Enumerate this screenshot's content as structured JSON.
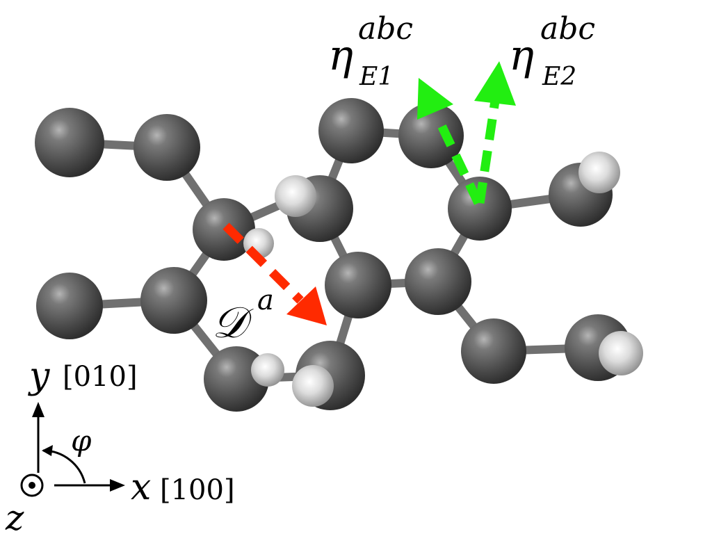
{
  "colors": {
    "atom_carbon": "#5a5a5a",
    "atom_hydrogen": "#d8d8d8",
    "bond": "#707070",
    "arrow_polarization": "#ff2a00",
    "arrow_shift_current": "#22ee11",
    "axes": "#000000"
  },
  "labels": {
    "eta_symbol": "η",
    "eta_super": "abc",
    "eta1_sub": "E1",
    "eta2_sub": "E2",
    "dipole_symbol": "𝒟",
    "dipole_super": "a",
    "axis_y": "y",
    "axis_y_dir": "[010]",
    "axis_x": "x",
    "axis_x_dir": "[100]",
    "axis_z": "z",
    "angle": "φ"
  },
  "icons": {
    "axis_z": "out-of-plane-dot-icon",
    "arrow": "arrow-icon"
  }
}
